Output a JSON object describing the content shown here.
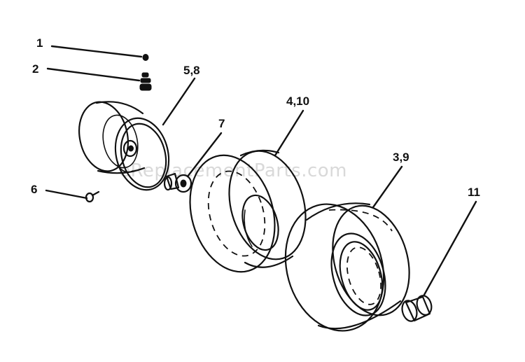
{
  "watermark": "eReplacementParts.com",
  "callouts": {
    "c1": "1",
    "c2": "2",
    "c58": "5,8",
    "c7": "7",
    "c410": "4,10",
    "c39": "3,9",
    "c6": "6",
    "c11": "11"
  },
  "colors": {
    "ink": "#111111",
    "background": "#ffffff",
    "watermark": "#d9d9d9"
  }
}
